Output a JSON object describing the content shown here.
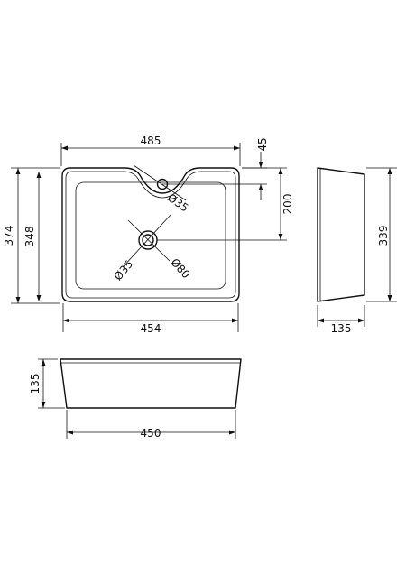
{
  "top_view": {
    "width_outer": "485",
    "width_inner": "454",
    "height_outer": "374",
    "height_inner": "348",
    "tap_offset": "45",
    "waste_offset": "200",
    "tap_hole_dia": "Ø35",
    "waste_dia": "Ø35",
    "waste_flange_dia": "Ø80"
  },
  "side_view": {
    "height": "339",
    "depth": "135"
  },
  "front_view": {
    "height": "135",
    "width": "450"
  }
}
